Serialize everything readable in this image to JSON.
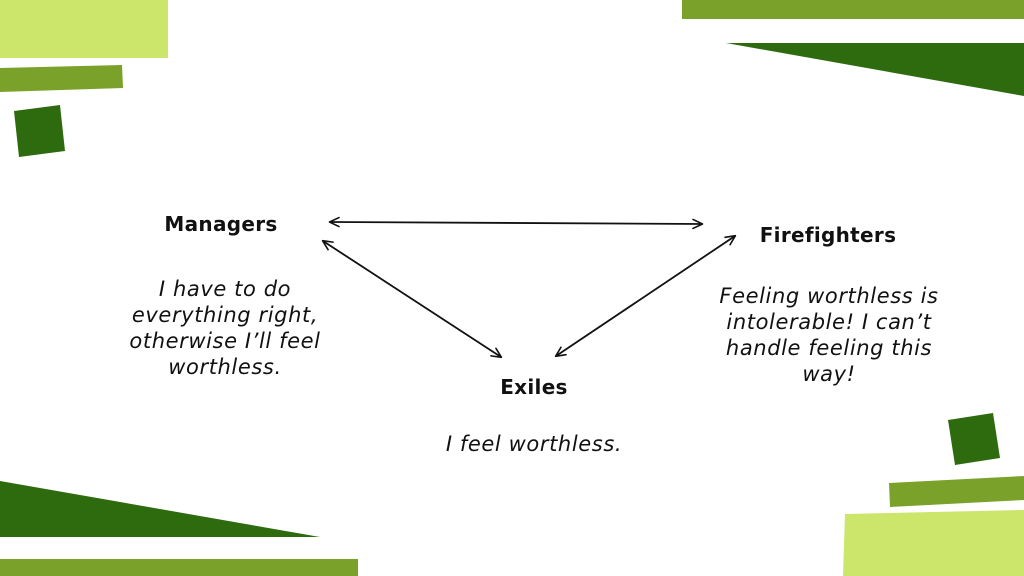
{
  "diagram": {
    "nodes": [
      {
        "id": "managers",
        "title": "Managers",
        "quote": "I have to do everything right, otherwise I’ll feel worthless."
      },
      {
        "id": "firefighters",
        "title": "Firefighters",
        "quote": "Feeling worthless is intolerable! I can’t handle feeling this way!"
      },
      {
        "id": "exiles",
        "title": "Exiles",
        "quote": "I feel worthless."
      }
    ],
    "edges": [
      {
        "from": "managers",
        "to": "firefighters",
        "direction": "both"
      },
      {
        "from": "managers",
        "to": "exiles",
        "direction": "both"
      },
      {
        "from": "firefighters",
        "to": "exiles",
        "direction": "both"
      }
    ]
  },
  "colors": {
    "light_green": "#cce56b",
    "mid_green": "#7aa22a",
    "dark_green": "#2e6b0e",
    "arrow": "#111111"
  }
}
